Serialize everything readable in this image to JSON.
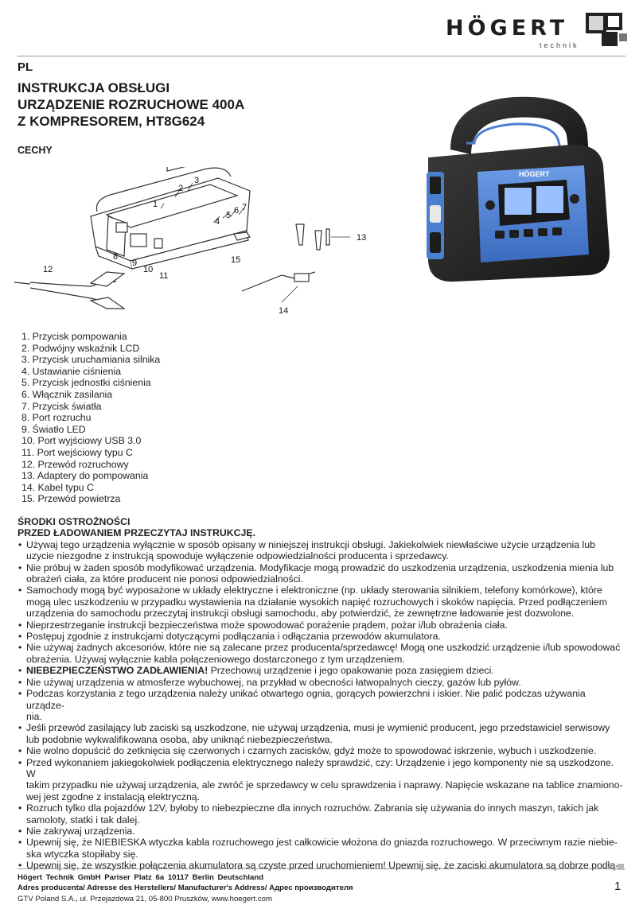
{
  "brand": {
    "name": "HÖGERT",
    "tagline": "technik"
  },
  "header": {
    "language": "PL",
    "title_lines": [
      "INSTRUKCJA OBSŁUGI",
      "URZĄDZENIE ROZRUCHOWE 400A",
      "Z KOMPRESOREM, HT8G624"
    ],
    "features_heading": "CECHY"
  },
  "diagram": {
    "callouts": [
      "1",
      "2",
      "3",
      "4",
      "5",
      "6",
      "7",
      "8",
      "9",
      "10",
      "11",
      "12",
      "13",
      "14",
      "15"
    ],
    "device_logo": "HÖGERT"
  },
  "parts": [
    "1. Przycisk pompowania",
    "2. Podwójny wskaźnik LCD",
    "3. Przycisk uruchamiania silnika",
    "4. Ustawianie ciśnienia",
    "5. Przycisk jednostki ciśnienia",
    "6. Włącznik zasilania",
    "7. Przycisk światła",
    "8. Port rozruchu",
    "9. Światło LED",
    "10. Port wyjściowy USB 3.0",
    "11. Port wejściowy typu C",
    "12. Przewód rozruchowy",
    "13. Adaptery do pompowania",
    "14. Kabel typu C",
    "15. Przewód powietrza"
  ],
  "safety": {
    "heading": "ŚRODKI OSTROŻNOŚCI",
    "subheading": "PRZED ŁADOWANIEM PRZECZYTAJ INSTRUKCJĘ.",
    "bullets": [
      [
        "Używaj tego urządzenia wyłącznie w sposób opisany w niniejszej instrukcji obsługi. Jakiekolwiek niewłaściwe użycie urządzenia lub",
        "uzycie niezgodne z instrukcją spowoduje wyłączenie odpowiedzialności producenta i sprzedawcy."
      ],
      [
        "Nie próbuj w żaden sposób modyfikować urządzenia. Modyfikacje mogą prowadzić do uszkodzenia urządzenia, uszkodzenia mienia lub",
        "obrażeń ciała, za które producent nie ponosi odpowiedzialności."
      ],
      [
        "Samochody mogą być wyposażone w układy elektryczne i elektroniczne (np. układy sterowania silnikiem, telefony komórkowe), które",
        "mogą ulec uszkodzeniu w przypadku wystawienia na działanie wysokich napięć rozruchowych i skoków napięcia. Przed podłączeniem",
        "urządzenia do samochodu przeczytaj instrukcji obsługi samochodu, aby potwierdzić, że zewnętrzne ładowanie jest dozwolone."
      ],
      [
        "Nieprzestrzeganie instrukcji bezpieczeństwa może spowodować porażenie prądem, pożar i/lub obrażenia ciała."
      ],
      [
        "Postępuj zgodnie z instrukcjami dotyczącymi podłączania i odłączania przewodów akumulatora."
      ],
      [
        "Nie używaj żadnych akcesoriów, które nie są zalecane przez producenta/sprzedawcę! Mogą one uszkodzić urządzenie i/lub spowodować",
        "obrażenia. Używaj wyłącznie kabla połączeniowego dostarczonego z tym urządzeniem."
      ],
      [
        "Przechowuj urządzenie i jego opakowanie poza zasięgiem dzieci."
      ],
      [
        "Nie używaj urządzenia w atmosferze wybuchowej, na przykład w obecności łatwopalnych cieczy, gazów lub pyłów."
      ],
      [
        "Podczas korzystania z tego urządzenia należy unikać otwartego ognia, gorących powierzchni i iskier. Nie palić podczas używania urządze-",
        "nia."
      ],
      [
        "Jeśli przewód zasilający lub zaciski są uszkodzone, nie używaj urządzenia, musi je wymienić producent, jego przedstawiciel serwisowy",
        "lub podobnie wykwalifikowana osoba, aby uniknąć niebezpieczeństwa."
      ],
      [
        "Nie wolno dopuścić do zetknięcia się czerwonych i czarnych zacisków, gdyż może to spowodować iskrzenie, wybuch i uszkodzenie."
      ],
      [
        "Przed wykonaniem jakiegokolwiek podłączenia elektrycznego należy sprawdzić, czy: Urządzenie i jego komponenty nie są uszkodzone. W",
        "takim przypadku nie używaj urządzenia, ale zwróć je sprzedawcy w celu sprawdzenia i naprawy. Napięcie wskazane na tablice znamiono-",
        "wej jest zgodne z instalacją elektryczną."
      ],
      [
        "Rozruch tylko dla pojazdów 12V, byłoby to niebezpieczne dla innych rozruchów. Zabrania się używania do innych maszyn, takich jak",
        "samoloty, statki i tak dalej."
      ],
      [
        "Nie zakrywaj urządzenia."
      ],
      [
        "Upewnij się, że NIEBIESKA wtyczka kabla rozruchowego jest całkowicie włożona do gniazda rozruchowego. W przeciwnym razie niebie-",
        "ska wtyczka stopiłaby się."
      ],
      [
        "Upewnij się, że wszystkie połączenia akumulatora są czyste przed uruchomieniem! Upewnij się, że zaciski akumulatora są dobrze podłą-"
      ]
    ],
    "warning_label": "NIEBEZPIECZEŃSTWO ZADŁAWIENIA!",
    "warning_index": 6
  },
  "footer": {
    "company_line": "Högert Technik GmbH    Pariser Platz 6a   10117 Berlin   Deutschland",
    "producer_label": "Adres producenta/ Adresse des Herstellers/ Manufacturer's Address/ Адрес производителя",
    "distributor_line": "GTV Poland S.A., ul. Przejazdowa 21, 05-800 Pruszków, www.hoegert.com",
    "page_number": "1"
  },
  "colors": {
    "accent_blue": "#4a7fd0",
    "device_body": "#2a2a2a",
    "lcd": "#6f9be0",
    "text": "#1a1a1a"
  }
}
